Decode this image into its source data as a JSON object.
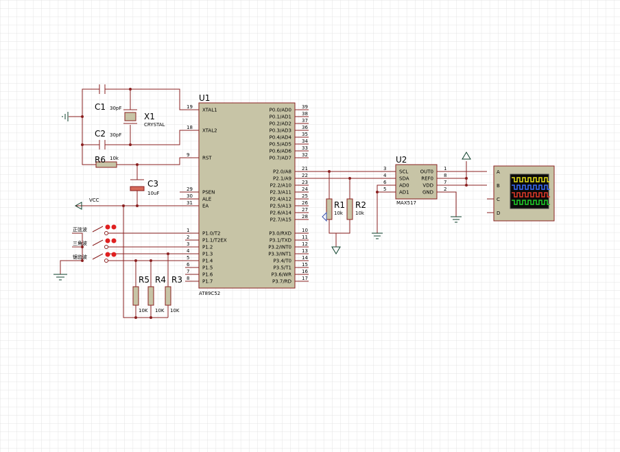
{
  "u1": {
    "ref": "U1",
    "part": "AT89C52",
    "left_pins": [
      {
        "num": "19",
        "name": "XTAL1"
      },
      {
        "num": "18",
        "name": "XTAL2"
      },
      {
        "num": "9",
        "name": "RST"
      },
      {
        "num": "29",
        "name": "PSEN"
      },
      {
        "num": "30",
        "name": "ALE"
      },
      {
        "num": "31",
        "name": "EA"
      },
      {
        "num": "1",
        "name": "P1.0/T2"
      },
      {
        "num": "2",
        "name": "P1.1/T2EX"
      },
      {
        "num": "3",
        "name": "P1.2"
      },
      {
        "num": "4",
        "name": "P1.3"
      },
      {
        "num": "5",
        "name": "P1.4"
      },
      {
        "num": "6",
        "name": "P1.5"
      },
      {
        "num": "7",
        "name": "P1.6"
      },
      {
        "num": "8",
        "name": "P1.7"
      }
    ],
    "right_pins": [
      {
        "num": "39",
        "name": "P0.0/AD0"
      },
      {
        "num": "38",
        "name": "P0.1/AD1"
      },
      {
        "num": "37",
        "name": "P0.2/AD2"
      },
      {
        "num": "36",
        "name": "P0.3/AD3"
      },
      {
        "num": "35",
        "name": "P0.4/AD4"
      },
      {
        "num": "34",
        "name": "P0.5/AD5"
      },
      {
        "num": "33",
        "name": "P0.6/AD6"
      },
      {
        "num": "32",
        "name": "P0.7/AD7"
      },
      {
        "num": "21",
        "name": "P2.0/A8"
      },
      {
        "num": "22",
        "name": "P2.1/A9"
      },
      {
        "num": "23",
        "name": "P2.2/A10"
      },
      {
        "num": "24",
        "name": "P2.3/A11"
      },
      {
        "num": "25",
        "name": "P2.4/A12"
      },
      {
        "num": "26",
        "name": "P2.5/A13"
      },
      {
        "num": "27",
        "name": "P2.6/A14"
      },
      {
        "num": "28",
        "name": "P2.7/A15"
      },
      {
        "num": "10",
        "name": "P3.0/RXD"
      },
      {
        "num": "11",
        "name": "P3.1/TXD"
      },
      {
        "num": "12",
        "name": "P3.2/INT0"
      },
      {
        "num": "13",
        "name": "P3.3/INT1"
      },
      {
        "num": "14",
        "name": "P3.4/T0"
      },
      {
        "num": "15",
        "name": "P3.5/T1"
      },
      {
        "num": "16",
        "name": "P3.6/WR"
      },
      {
        "num": "17",
        "name": "P3.7/RD"
      }
    ]
  },
  "u2": {
    "ref": "U2",
    "part": "MAX517",
    "left_pins": [
      {
        "num": "3",
        "name": "SCL"
      },
      {
        "num": "4",
        "name": "SDA"
      },
      {
        "num": "6",
        "name": "AD0"
      },
      {
        "num": "5",
        "name": "AD1"
      }
    ],
    "right_pins": [
      {
        "num": "1",
        "name": "OUT0"
      },
      {
        "num": "8",
        "name": "REF0"
      },
      {
        "num": "7",
        "name": "VDD"
      },
      {
        "num": "2",
        "name": "GND"
      }
    ]
  },
  "components": {
    "c1": {
      "ref": "C1",
      "value": "30pF"
    },
    "c2": {
      "ref": "C2",
      "value": "30pF"
    },
    "c3": {
      "ref": "C3",
      "value": "10uF"
    },
    "x1": {
      "ref": "X1",
      "value": "CRYSTAL"
    },
    "r6": {
      "ref": "R6",
      "value": "10k"
    },
    "r1": {
      "ref": "R1",
      "value": "10k"
    },
    "r2": {
      "ref": "R2",
      "value": "10k"
    },
    "r3": {
      "ref": "R3",
      "value": "10K"
    },
    "r4": {
      "ref": "R4",
      "value": "10K"
    },
    "r5": {
      "ref": "R5",
      "value": "10K"
    },
    "vcc": "VCC"
  },
  "switches": [
    {
      "label": "正弦波"
    },
    {
      "label": "三角波"
    },
    {
      "label": "锯齿波"
    }
  ],
  "scope": {
    "channels": [
      "A",
      "B",
      "C",
      "D"
    ],
    "trace_colors": [
      "#e7e21a",
      "#3a6cff",
      "#e33a2a",
      "#1fd12a"
    ]
  },
  "colors": {
    "wire": "#8a1f1f",
    "chip_body": "#c7c4a6",
    "grid": "#e3e3e3"
  }
}
